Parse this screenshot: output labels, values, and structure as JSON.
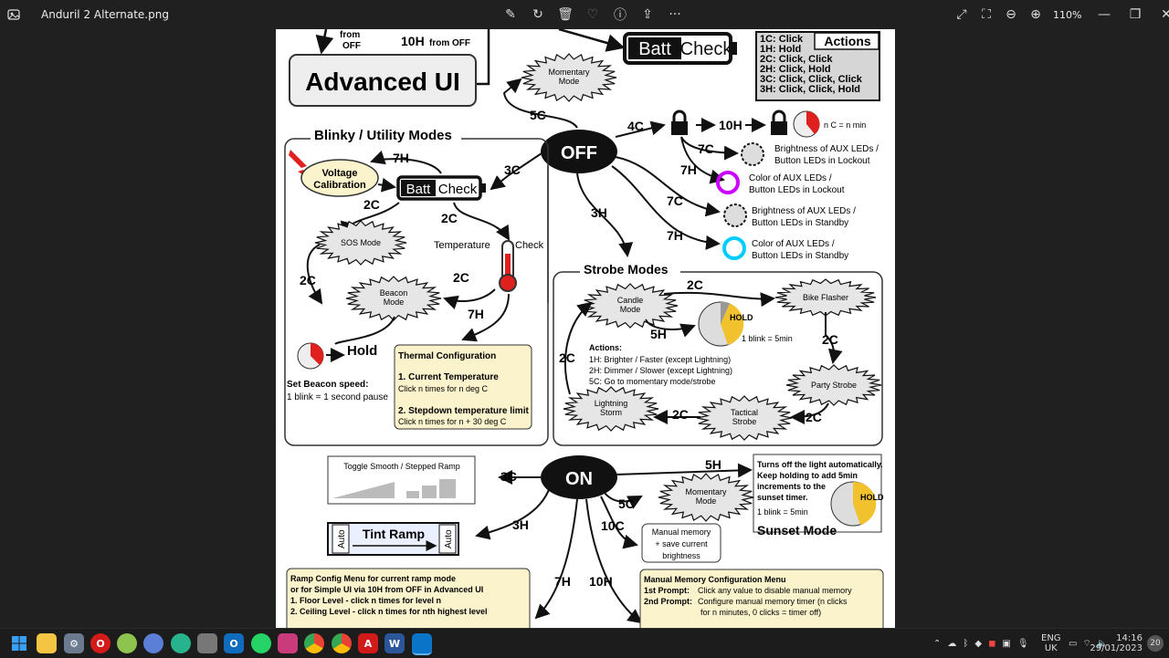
{
  "titlebar": {
    "filename": "Anduril 2 Alternate.png",
    "zoom": "110%",
    "tools": [
      "edit-icon",
      "rotate-icon",
      "delete-icon",
      "favorite-icon",
      "info-icon",
      "share-icon",
      "more-icon"
    ],
    "right_tools": [
      "expand-icon",
      "fit-icon",
      "zoom-out-icon",
      "zoom-in-icon"
    ]
  },
  "doc": {
    "top_from_off": "from\nOFF",
    "top_from": "from",
    "top_off": "OFF",
    "top_10h_from_off": "10H",
    "top_10h_from_off_tail": "from OFF",
    "advanced_ui": "Advanced UI",
    "battcheck_batt": "Batt",
    "battcheck_check": "Check",
    "actions_title": "Actions",
    "actions": [
      "1C: Click",
      "1H: Hold",
      "2C: Click, Click",
      "2H: Click, Hold",
      "3C: Click, Click, Click",
      "3H: Click, Click, Hold"
    ],
    "momentary_mode": [
      "Momentary",
      "Mode"
    ],
    "lbl_5c_top": "5C",
    "off": "OFF",
    "on": "ON",
    "lbl_4c": "4C",
    "lbl_10h": "10H",
    "nc_min": "n C = n min",
    "lbl_7c_a": "7C",
    "lbl_7h_a": "7H",
    "lbl_7c_b": "7C",
    "lbl_7h_b": "7H",
    "aux": [
      [
        "Brightness of AUX LEDs /",
        "Button LEDs in Lockout"
      ],
      [
        "Color of AUX LEDs /",
        "Button LEDs in Lockout"
      ],
      [
        "Brightness of AUX LEDs /",
        "Button LEDs in Standby"
      ],
      [
        "Color of AUX LEDs /",
        "Button LEDs in Standby"
      ]
    ],
    "blinky_title": "Blinky / Utility Modes",
    "lbl_7h_blinky": "7H",
    "voltage_calibration": [
      "Voltage",
      "Calibration"
    ],
    "lbl_3c_off": "3C",
    "lbl_2c_v": "2C",
    "lbl_2c_batt": "2C",
    "temperature": "Temperature",
    "check": "Check",
    "sos_mode": "SOS Mode",
    "lbl_2c_sos": "2C",
    "lbl_2c_temp": "2C",
    "beacon_mode": [
      "Beacon",
      "Mode"
    ],
    "lbl_7h_temp": "7H",
    "hold": "Hold",
    "beacon_speed": [
      "Set Beacon speed:",
      "1 blink = 1 second pause"
    ],
    "thermal_title": "Thermal Configuration",
    "thermal_1": "1. Current Temperature",
    "thermal_1b": "Click n times for n deg C",
    "thermal_2": "2. Stepdown temperature limit",
    "thermal_2b": "Click n times for n + 30 deg C",
    "lbl_3h_strobe": "3H",
    "strobe_title": "Strobe Modes",
    "candle_mode": [
      "Candle",
      "Mode"
    ],
    "lbl_2c_candle": "2C",
    "bike_flasher": "Bike Flasher",
    "lbl_5h": "5H",
    "hold_small": "HOLD",
    "blink_5min": "1 blink = 5min",
    "lbl_2c_bike": "2C",
    "lbl_2c_left": "2C",
    "actions_label": "Actions:",
    "actions_lines": [
      "1H: Brighter / Faster (except Lightning)",
      "2H: Dimmer / Slower (except Lightning)",
      "5C: Go to momentary mode/strobe"
    ],
    "party_strobe": "Party Strobe",
    "lightning_storm": [
      "Lightning",
      "Storm"
    ],
    "lbl_2c_light": "2C",
    "tactical_strobe": [
      "Tactical",
      "Strobe"
    ],
    "lbl_2c_tact": "2C",
    "toggle_ramp": "Toggle Smooth / Stepped Ramp",
    "lbl_3c_on": "3C",
    "lbl_5h_on": "5H",
    "sunset_text": [
      "Turns off the light automatically.",
      "Keep holding to add 5min",
      "increments to the",
      "sunset timer."
    ],
    "sunset_blink": "1 blink = 5min",
    "sunset_hold": "HOLD",
    "sunset_mode": "Sunset Mode",
    "lbl_5c_on": "5C",
    "momentary_mode_on": [
      "Momentary",
      "Mode"
    ],
    "lbl_3h_tint": "3H",
    "tint_ramp": "Tint Ramp",
    "auto": "Auto",
    "lbl_10c": "10C",
    "manual_memory": [
      "Manual memory",
      "+ save current",
      "brightness"
    ],
    "lbl_7h_on": "7H",
    "lbl_10h_on": "10H",
    "ramp_config": [
      "Ramp Config Menu for current ramp mode",
      "or for Simple UI via 10H from OFF in Advanced UI",
      "",
      "1. Floor Level - click n times for level n",
      "2. Ceiling Level - click n times for nth highest level"
    ],
    "manual_config_title": "Manual Memory Configuration Menu",
    "manual_config_1a": "1st Prompt:",
    "manual_config_1b": "Click any value to disable manual memory",
    "manual_config_2a": "2nd Prompt:",
    "manual_config_2b": "Configure manual memory timer (n clicks",
    "manual_config_2c": "for n minutes, 0 clicks = timer off)"
  },
  "taskbar": {
    "apps": [
      "windows-start",
      "file-explorer",
      "settings",
      "opera",
      "android-app",
      "app-blue",
      "app-green",
      "app-gray",
      "outlook",
      "whatsapp",
      "app-pink",
      "chrome",
      "chrome-alt",
      "acrobat",
      "word",
      "photos-app"
    ],
    "lang": "ENG",
    "region": "UK",
    "time": "14:16",
    "date": "29/01/2023",
    "notifications": "20"
  },
  "colors": {
    "accent": "#0078d4",
    "titlebar": "#202020",
    "taskbar": "#1c1c1c",
    "note_fill": "#fbf3cc",
    "red": "#e0201f",
    "gold": "#f2c12e"
  }
}
